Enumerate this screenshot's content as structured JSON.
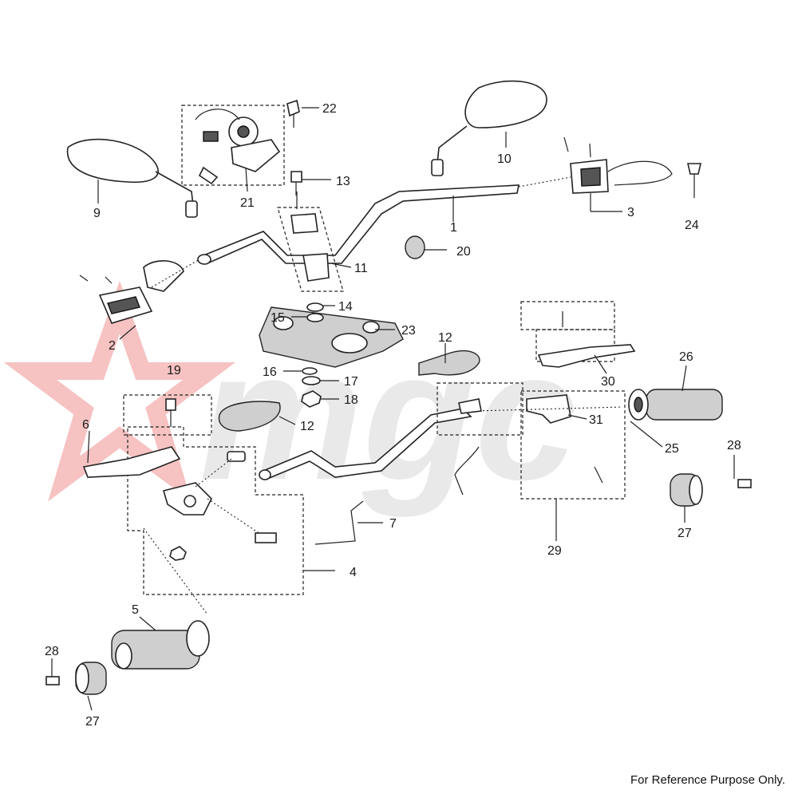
{
  "watermark": {
    "text": "mgc",
    "star_color": "#f4b3b3",
    "text_color": "#e9e9e9"
  },
  "footnote": "For Reference Purpose Only.",
  "callouts": {
    "c1": "1",
    "c2": "2",
    "c3": "3",
    "c4": "4",
    "c5": "5",
    "c6": "6",
    "c7": "7",
    "c9": "9",
    "c10": "10",
    "c11": "11",
    "c12a": "12",
    "c12b": "12",
    "c13": "13",
    "c14": "14",
    "c15": "15",
    "c16": "16",
    "c17": "17",
    "c18": "18",
    "c19": "19",
    "c20": "20",
    "c21": "21",
    "c22": "22",
    "c23": "23",
    "c24": "24",
    "c25": "25",
    "c26": "26",
    "c27a": "27",
    "c27b": "27",
    "c28a": "28",
    "c28b": "28",
    "c29": "29",
    "c30": "30",
    "c31": "31"
  }
}
